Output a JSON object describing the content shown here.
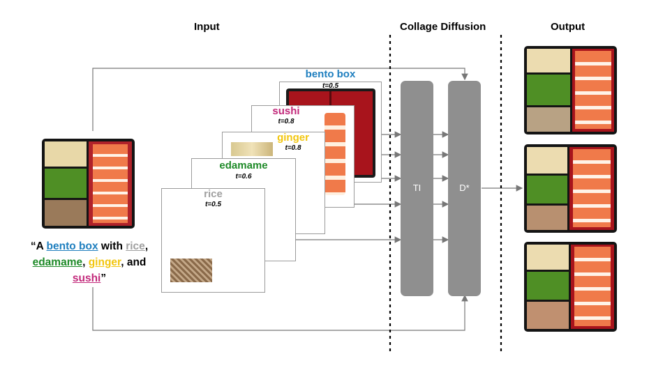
{
  "headers": {
    "input": "Input",
    "collage_diffusion": "Collage Diffusion",
    "output": "Output"
  },
  "caption": {
    "open_quote": "“A ",
    "bento_box": "bento box",
    "with": " with ",
    "rice": "rice",
    "comma1": ",",
    "edamame": "edamame",
    "comma2": ", ",
    "ginger": "ginger",
    "and": ", and",
    "sushi": "sushi",
    "close_quote": "”"
  },
  "layers": [
    {
      "name": "bento box",
      "t": "t=0.5",
      "color": "#1f7fbf"
    },
    {
      "name": "sushi",
      "t": "t=0.8",
      "color": "#c2287a"
    },
    {
      "name": "ginger",
      "t": "t=0.8",
      "color": "#f2c60f"
    },
    {
      "name": "edamame",
      "t": "t=0.6",
      "color": "#1e8a28"
    },
    {
      "name": "rice",
      "t": "t=0.5",
      "color": "#a0a0a0"
    }
  ],
  "blocks": {
    "ti": "TI",
    "dstar": "D*"
  },
  "colors": {
    "block_gray": "#8f8f8f",
    "line_gray": "#777777",
    "tray_red": "#a8141c"
  }
}
